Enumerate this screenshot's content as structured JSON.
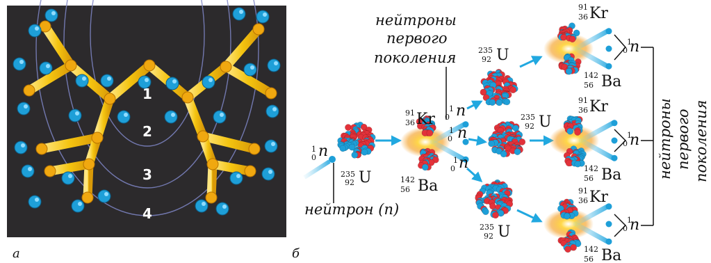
{
  "panel_a": {
    "letter": "а",
    "ring_labels": [
      "1",
      "2",
      "3",
      "4"
    ]
  },
  "panel_b": {
    "letter": "б",
    "neutron_symbol": "n",
    "neutron_mass": "1",
    "neutron_charge": "0",
    "neutron_caption": "нейтрон (n)",
    "uranium": {
      "symbol": "U",
      "mass": "235",
      "charge": "92"
    },
    "krypton": {
      "symbol": "Kr",
      "mass": "91",
      "charge": "36"
    },
    "barium": {
      "symbol": "Ba",
      "mass": "142",
      "charge": "56"
    },
    "first_gen_label": [
      "нейтроны",
      "первого",
      "поколения"
    ],
    "second_gen_label": [
      "нейтроны",
      "первого",
      "поколения"
    ]
  },
  "colors": {
    "photo_bg": "#2c2a2c",
    "rod": "#f2c20f",
    "rod_end": "#f0a810",
    "neutron_blue": "#1e9fd8",
    "proton_red": "#e2323a",
    "arrow_blue": "#21a8e0",
    "flash": "#f6b21a"
  }
}
